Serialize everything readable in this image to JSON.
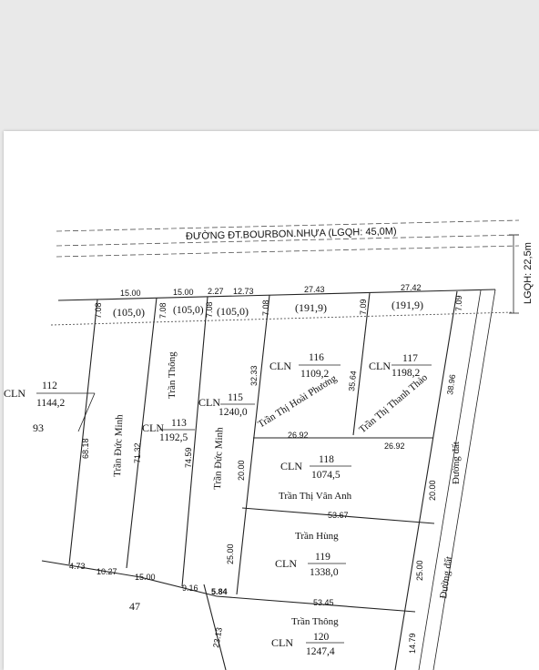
{
  "road": {
    "name": "ĐƯỜNG ĐT.BOURBON.NHỰA (LGQH: 45,0M)",
    "lgqh": "LGQH: 22,5m"
  },
  "frontage": {
    "dims": [
      "15.00",
      "15.00",
      "2.27",
      "12.73",
      "27.43",
      "27.42"
    ],
    "reserved": [
      "(105,0)",
      "(105,0)",
      "(105,0)",
      "(191,9)",
      "(191,9)"
    ]
  },
  "parcels": [
    {
      "cln": "CLN",
      "number": "112",
      "area": "1144,2",
      "owner": "Trần Đức Minh"
    },
    {
      "cln": "CLN",
      "number": "113",
      "area": "1192,5",
      "owner": "Trần Thông"
    },
    {
      "cln": "CLN",
      "number": "115",
      "area": "1240,0",
      "owner": "Trần Đức Minh"
    },
    {
      "cln": "CLN",
      "number": "116",
      "area": "1109,2",
      "owner": "Trần Thị Hoài Phương"
    },
    {
      "cln": "CLN",
      "number": "117",
      "area": "1198,2",
      "owner": "Trần Thị Thanh Thảo"
    },
    {
      "cln": "CLN",
      "number": "118",
      "area": "1074,5",
      "owner": "Trần Thị Vân Anh"
    },
    {
      "cln": "CLN",
      "number": "119",
      "area": "1338,0",
      "owner": "Trần Hùng"
    },
    {
      "cln": "CLN",
      "number": "120",
      "area": "1247,4",
      "owner": "Trần Thông"
    }
  ],
  "neighbors": [
    "93",
    "47"
  ],
  "dims": {
    "d708a": "7.08",
    "d708b": "7.08",
    "d708c": "7.08",
    "d708d": "7.08",
    "d709a": "7.09",
    "d709b": "7.09",
    "d6818": "68.18",
    "d7132": "71.32",
    "d7459": "74.59",
    "d3233": "32.33",
    "d3564": "35.64",
    "d3896": "38.96",
    "d2692a": "26.92",
    "d2692b": "26.92",
    "d2000a": "20.00",
    "d2000b": "20.00",
    "d5367": "53.67",
    "d2500a": "25.00",
    "d2500b": "25.00",
    "d473": "4.73",
    "d1027": "10.27",
    "d1500": "15.00",
    "d916": "9.16",
    "d584": "5.84",
    "d5345": "53.45",
    "d2313": "23.13",
    "d1479": "14.79"
  },
  "dirt_road": [
    "Đường đất",
    "Đường đất"
  ]
}
